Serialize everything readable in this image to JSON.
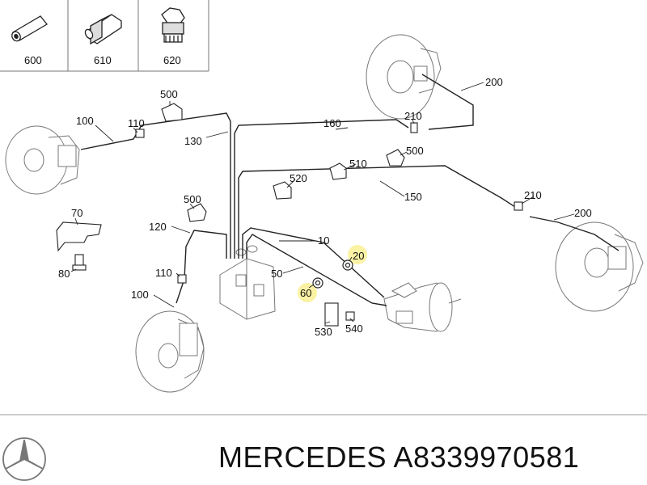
{
  "thumbnails": {
    "items": [
      {
        "label": "600",
        "icon": "sleeve-tube-icon"
      },
      {
        "label": "610",
        "icon": "hex-nut-tube-icon"
      },
      {
        "label": "620",
        "icon": "union-fitting-icon"
      }
    ]
  },
  "callouts": {
    "l200_top": "200",
    "l210_top": "210",
    "l160": "160",
    "l500_a": "500",
    "l510": "510",
    "l520": "520",
    "l500_b": "500",
    "l150": "150",
    "l210_right": "210",
    "l200_right": "200",
    "l100_left_top": "100",
    "l110_top": "110",
    "l130": "130",
    "l500_c": "500",
    "l70": "70",
    "l80": "80",
    "l120": "120",
    "l110_bottom": "110",
    "l100_bottom": "100",
    "l10": "10",
    "l20": "20",
    "l50": "50",
    "l60": "60",
    "l530": "530",
    "l540": "540"
  },
  "highlighted": [
    "20",
    "60"
  ],
  "colors": {
    "highlight": "#fbf19a",
    "line": "#111111"
  },
  "footer": {
    "brand_logo": "mercedes-star-logo",
    "title": "MERCEDES A8339970581"
  }
}
